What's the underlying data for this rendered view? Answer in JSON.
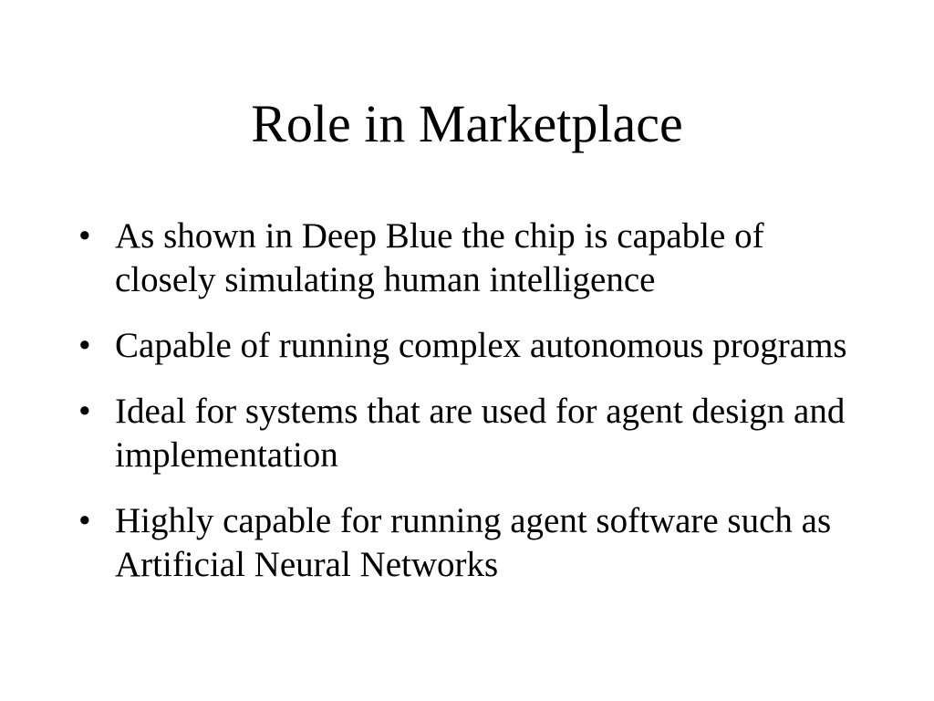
{
  "slide": {
    "title": "Role in Marketplace",
    "bullet_glyph": "•",
    "bullets": [
      "As shown in Deep Blue the chip is capable of closely simulating human intelligence",
      "Capable of running complex autonomous programs",
      "Ideal for systems that are used for agent design and implementation",
      "Highly capable for running agent software such as Artificial Neural Networks"
    ]
  }
}
